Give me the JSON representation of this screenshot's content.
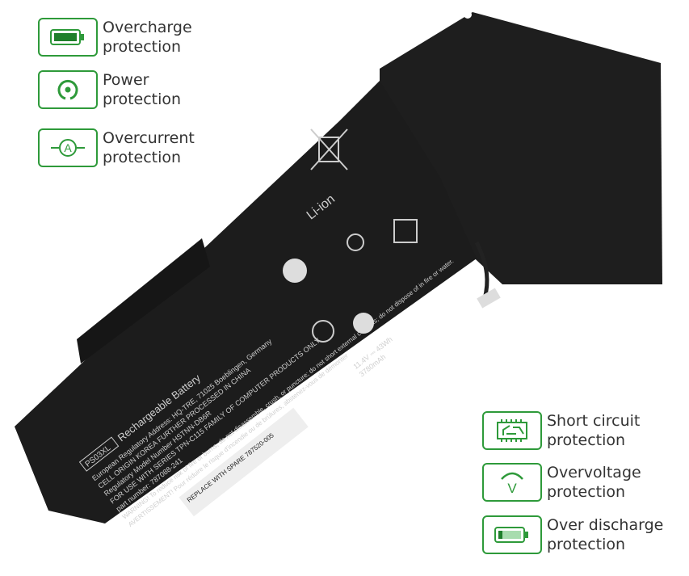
{
  "features_left": [
    {
      "icon": "battery-full-icon",
      "line1": "Overcharge",
      "line2": "protection"
    },
    {
      "icon": "power-icon",
      "line1": "Power",
      "line2": "protection"
    },
    {
      "icon": "ammeter-icon",
      "line1": "Overcurrent",
      "line2": "protection"
    }
  ],
  "features_right": [
    {
      "icon": "circuit-board-icon",
      "line1": "Short circuit",
      "line2": "protection"
    },
    {
      "icon": "voltage-icon",
      "line1": "Overvoltage",
      "line2": "protection"
    },
    {
      "icon": "battery-low-icon",
      "line1": "Over discharge",
      "line2": "protection"
    }
  ],
  "battery": {
    "model": "PS03XL",
    "title": "Rechargeable Battery",
    "line1": "European Regulatory Address:   HQ-TRE, 71025 Boeblingen, Germany",
    "line2": "CELL ORIGIN KOREA FURTHER PROCESSED IN CHINA",
    "line3": "Regulatory Model Number  HSTNN-DB6R",
    "line4": "FOR USE WITH  SERIES TPN-C115 FAMILY OF COMPUTER PRODUCTS ONLY.",
    "line5": "part number: 787088-241",
    "warning": "WARNING! To reduce risk of fire or burns, do not disassemble, crush, or puncture; do not short external contacts; do not dispose of in fire or water.",
    "avertissement": "AVERTISSEMENT! Pour réduire le risque d'incendie ou de brûlures, abstenez-vous de démonter",
    "rating": "11.4V ⎓ 43Wh",
    "capacity": "3780mAh",
    "replace": "REPLACE WITH  SPARE  787520-005",
    "chemistry": "Li-ion"
  },
  "colors": {
    "accent": "#2e9a3a",
    "battery": "#1c1c1c"
  }
}
